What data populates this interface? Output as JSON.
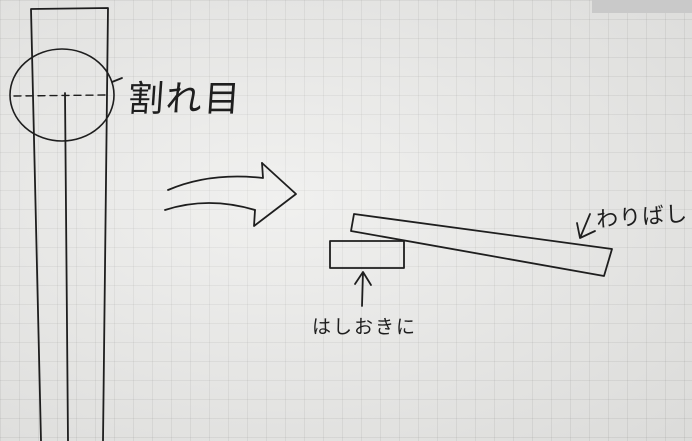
{
  "diagram": {
    "labels": {
      "split_line": "割れ目",
      "chopsticks": "わりばし",
      "chopstick_rest": "はしおきに"
    }
  },
  "colors": {
    "paper": "#e9e9e7",
    "ink": "#1e1e1e"
  }
}
